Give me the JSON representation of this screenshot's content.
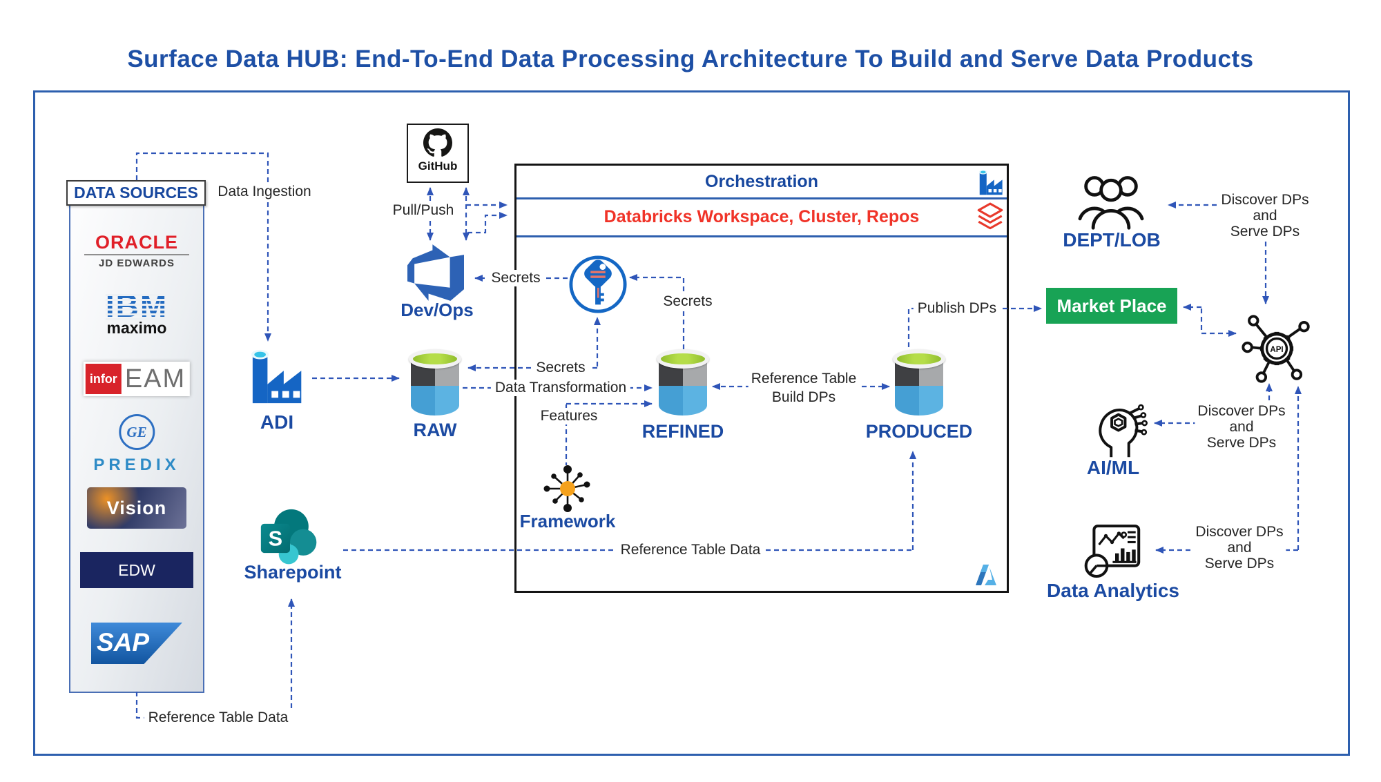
{
  "title": "Surface Data HUB: End-To-End Data Processing Architecture To Build and Serve Data Products",
  "data_sources": {
    "header": "DATA SOURCES",
    "oracle": {
      "name": "ORACLE",
      "sub": "JD EDWARDS"
    },
    "ibm": {
      "name": "IBM",
      "sub": "maximo"
    },
    "infor": {
      "badge": "infor",
      "name": "EAM"
    },
    "ge": {
      "monogram": "GE",
      "name": "PREDIX"
    },
    "vision": {
      "name": "Vision"
    },
    "edw": {
      "name": "EDW"
    },
    "sap": {
      "name": "SAP"
    }
  },
  "orchestration": {
    "title": "Orchestration",
    "databricks": "Databricks Workspace, Cluster, Repos"
  },
  "nodes": {
    "github": "GitHub",
    "devops": "Dev/Ops",
    "adi": "ADI",
    "raw": "RAW",
    "refined": "REFINED",
    "produced": "PRODUCED",
    "framework": "Framework",
    "sharepoint": "Sharepoint",
    "sharepoint_monogram": "S",
    "dept_lob": "DEPT/LOB",
    "market_place": "Market Place",
    "api": "API",
    "ai_ml": "AI/ML",
    "data_analytics": "Data Analytics"
  },
  "labels": {
    "data_ingestion": "Data Ingestion",
    "pull_push": "Pull/Push",
    "secrets": "Secrets",
    "data_transformation": "Data Transformation",
    "features": "Features",
    "reference_table": "Reference Table",
    "build_dps": "Build DPs",
    "publish_dps": "Publish DPs",
    "reference_table_data": "Reference Table Data",
    "discover": {
      "line1": "Discover DPs",
      "line2": "and",
      "line3": "Serve DPs"
    }
  },
  "colors": {
    "accent_blue": "#2f55b8",
    "title_blue": "#1d4fa5",
    "node_label_blue": "#1b4aa2",
    "databricks_red": "#f03328",
    "market_green": "#18a355"
  }
}
